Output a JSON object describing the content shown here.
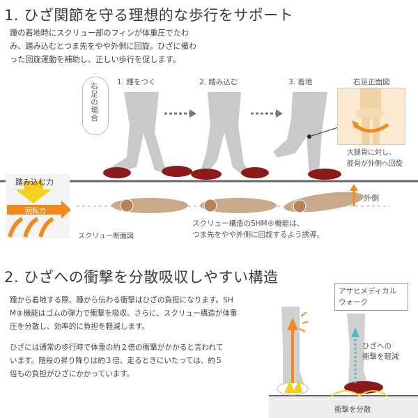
{
  "section1": {
    "title": "1. ひざ関節を守る理想的な歩行をサポート",
    "paragraph": "踵の着地時にスクリュー部のフィンが体重圧でたわ\nみ、踏み込むとつま先をやや外側に回旋。ひざに備わ\nった回旋運動を補助し、正しい歩行を促します。",
    "side_label": "右足の場合",
    "steps": [
      "1. 踵をつく",
      "2. 踏み込む",
      "3. 着地"
    ],
    "front_view_label": "右足正面図",
    "rotation_note": "大腿骨に対し、\n脛骨が外側へ回旋",
    "fin_labels": {
      "press": "踏み込む力",
      "rotate": "回転力"
    },
    "section_label": "スクリュー断面図",
    "outward_label": "外側",
    "shm_note": "スクリュー構造のSHM®機能は、\nつま先をやや外側に回旋するよう誘導。"
  },
  "section2": {
    "title": "2. ひざへの衝撃を分散吸収しやすい構造",
    "paragraph1": "踵から着地する際、踵から伝わる衝撃はひざの負担になります。SH\nM®機能はゴムの弾力で衝撃を吸収。さらに、スクリュー構造が体重\n圧を分散し、効率的に負担を軽減します。",
    "paragraph2": "ひざには通常の歩行時で体重の約２倍の衝撃がかかると言われて\nいます。階段の昇り降りは約３倍、走るときにいたっては、約５\n倍もの負担がひざにかかっています。",
    "brand_box": "アサヒメディカル\nウォーク",
    "reduce_label": "ひざへの\n衝撃を軽減",
    "disperse_label": "衝撃を分散"
  },
  "colors": {
    "shoe": "#8b1a1a",
    "leg": "#c8c8c8",
    "orange": "#f08a1e",
    "yellow": "#f5d020",
    "ground": "#666666"
  }
}
